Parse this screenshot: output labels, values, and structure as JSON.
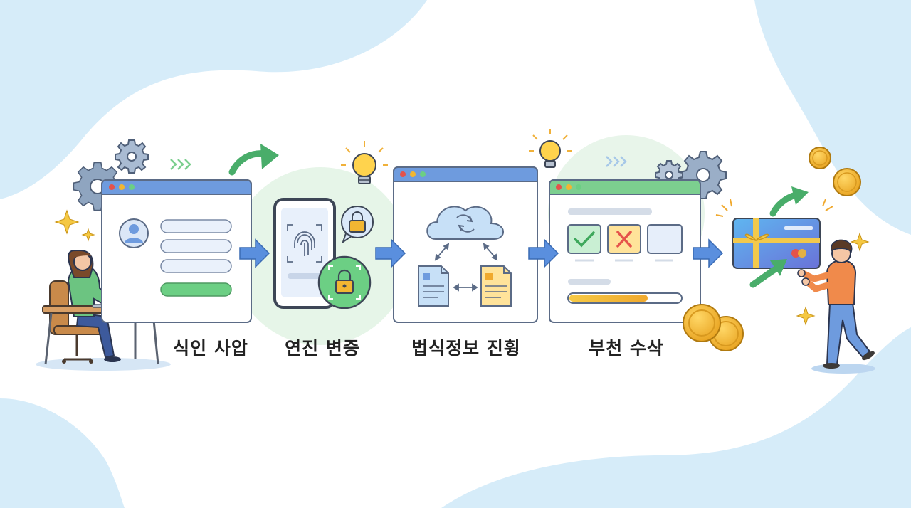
{
  "steps": [
    {
      "label": "식인 사압",
      "icon": "profile-form-icon"
    },
    {
      "label": "연진 변증",
      "icon": "fingerprint-icon"
    },
    {
      "label": "법식정보 진휭",
      "icon": "cloud-sync-icon"
    },
    {
      "label": "부천 수삭",
      "icon": "approval-icon"
    }
  ],
  "colors": {
    "blob": "#d6ecf9",
    "green_glow": "#e6f5e8",
    "window_border": "#5b6b86",
    "header_blue": "#6e9bde",
    "header_green": "#7ccf8f",
    "arrow_blue": "#5a8fde",
    "arrow_green": "#49ad6a",
    "gold": "#f2b632",
    "check_green": "#6ccf84",
    "cross_red": "#e5534b"
  }
}
